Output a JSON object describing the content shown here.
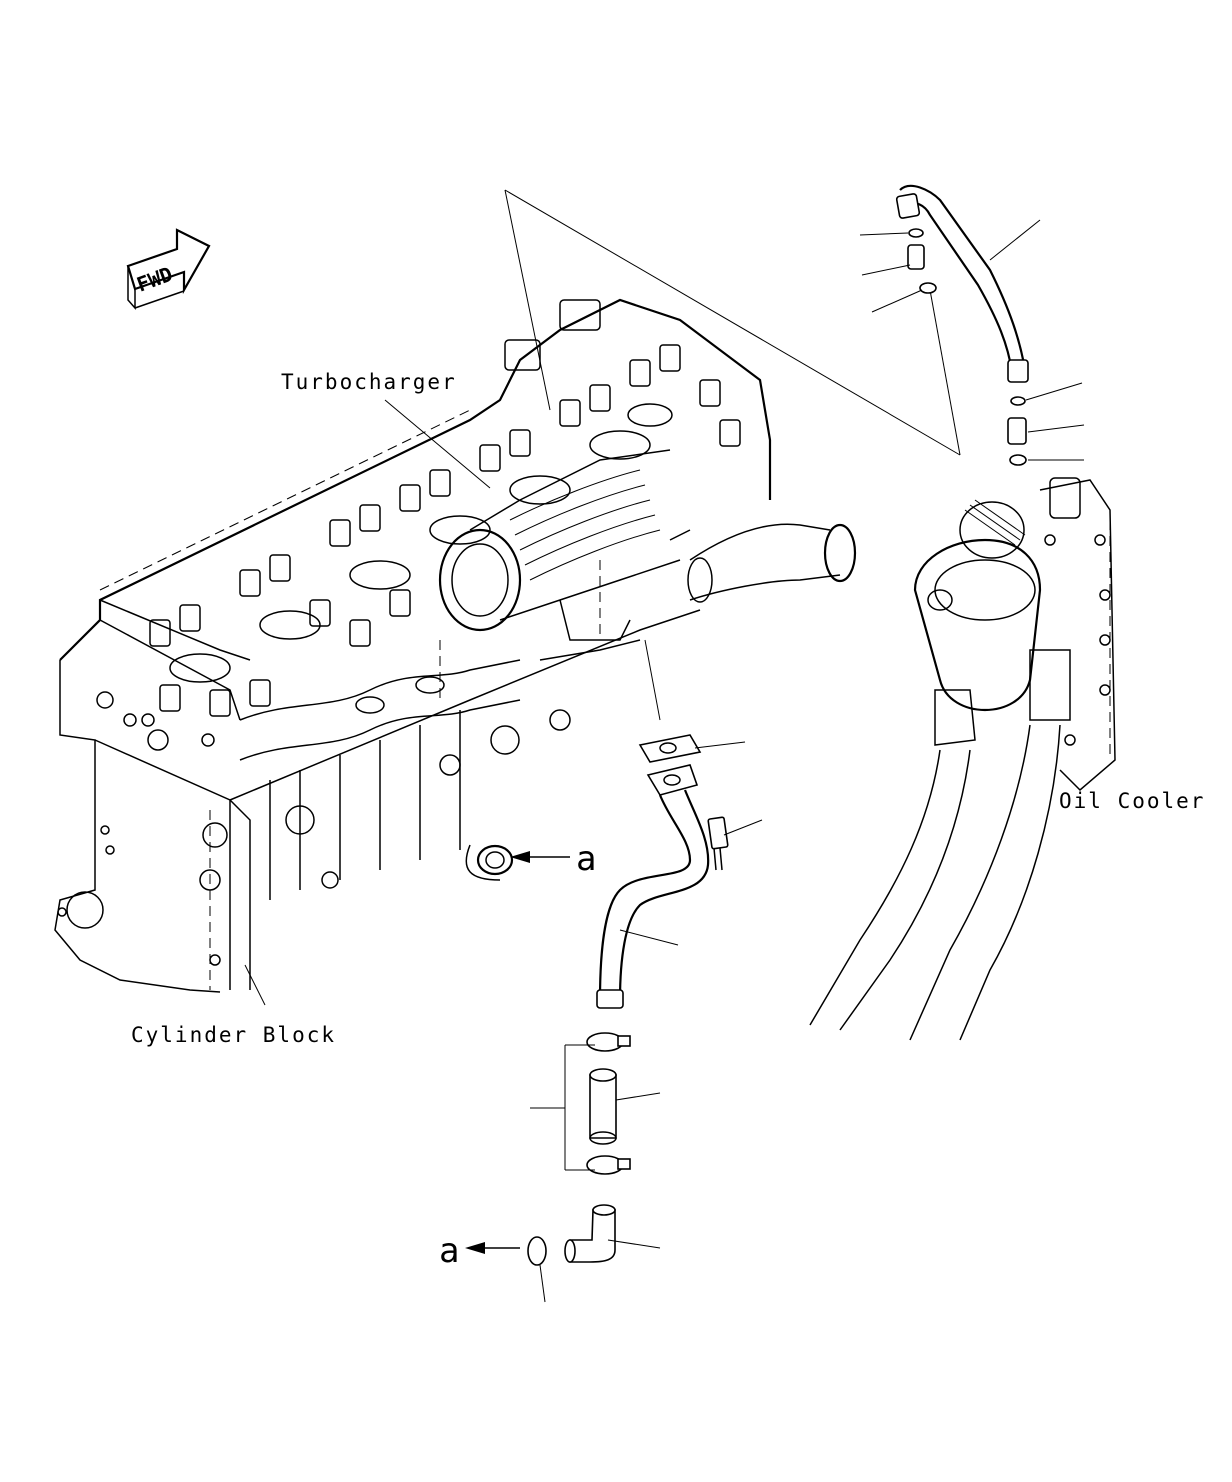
{
  "labels": {
    "turbocharger": "Turbocharger",
    "oil_cooler": "Oil Cooler",
    "cylinder_block": "Cylinder Block",
    "connection_ref_top": "a",
    "connection_ref_bottom": "a",
    "direction": "FWD"
  },
  "colors": {
    "line": "#000000",
    "background": "#ffffff"
  }
}
